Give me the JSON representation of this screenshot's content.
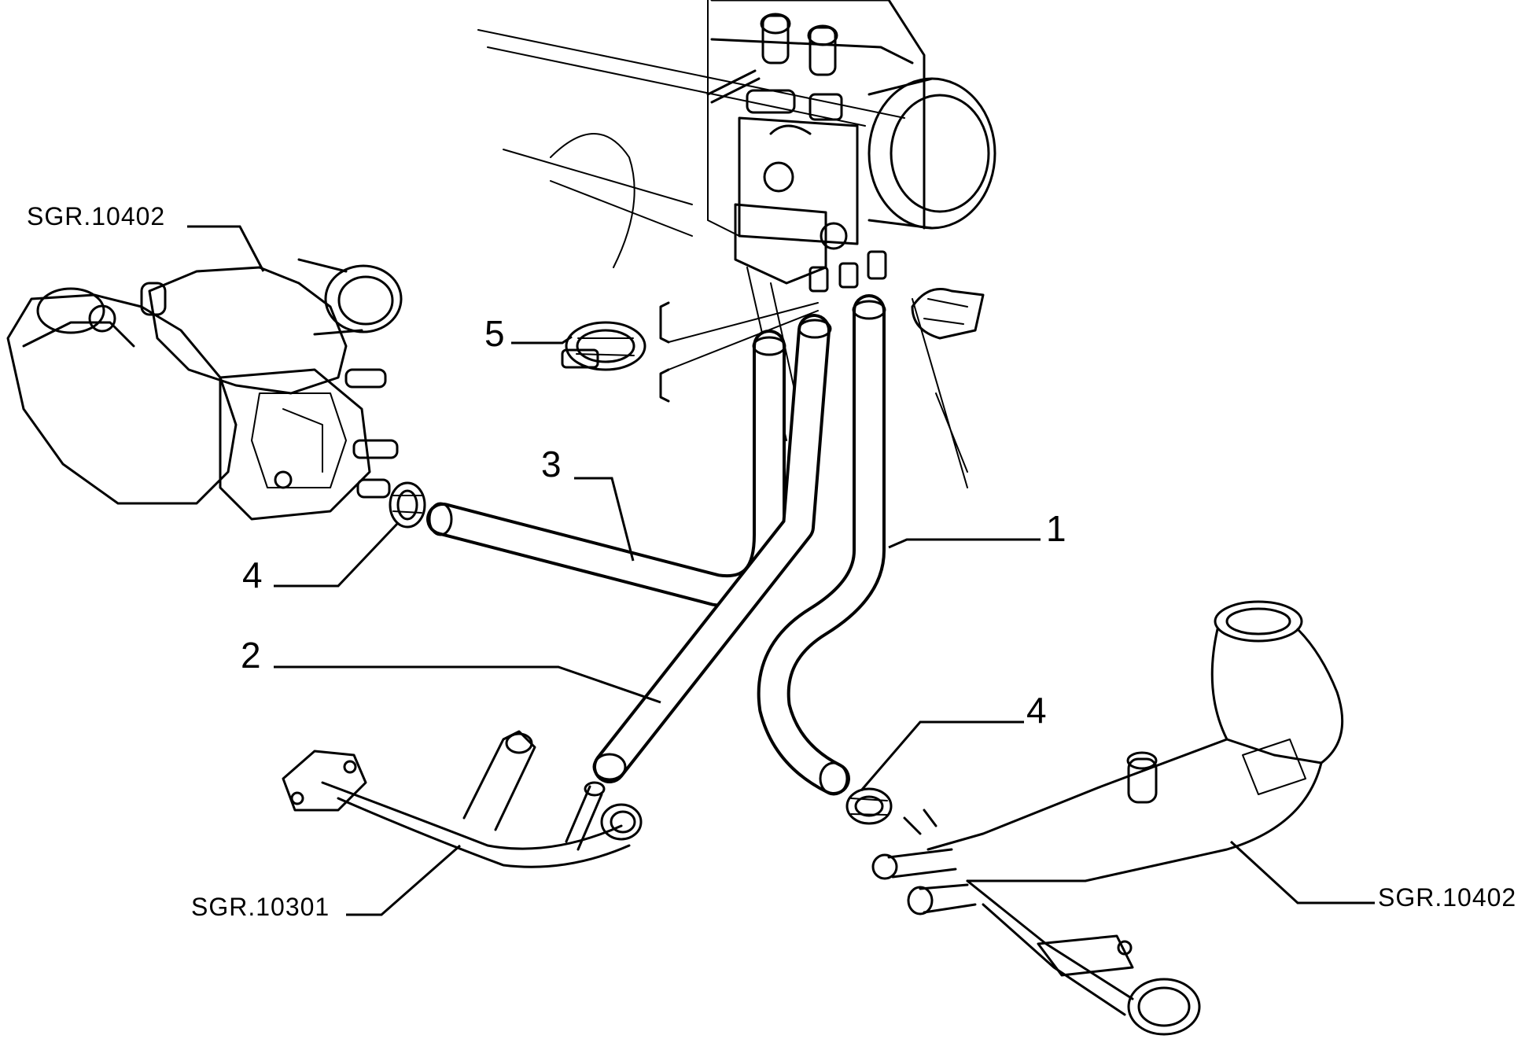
{
  "callouts": {
    "c1": "1",
    "c2": "2",
    "c3": "3",
    "c4a": "4",
    "c4b": "4",
    "c5": "5"
  },
  "references": {
    "top_left": "SGR.10402",
    "bottom_left": "SGR.10301",
    "bottom_right": "SGR.10402"
  }
}
